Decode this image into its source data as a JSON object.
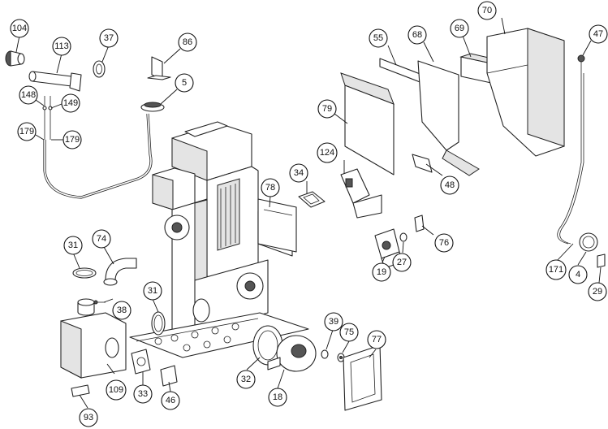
{
  "diagram": {
    "callouts": [
      {
        "label": "104"
      },
      {
        "label": "113"
      },
      {
        "label": "37"
      },
      {
        "label": "86"
      },
      {
        "label": "5"
      },
      {
        "label": "148"
      },
      {
        "label": "149"
      },
      {
        "label": "179"
      },
      {
        "label": "179"
      },
      {
        "label": "55"
      },
      {
        "label": "68"
      },
      {
        "label": "69"
      },
      {
        "label": "70"
      },
      {
        "label": "47"
      },
      {
        "label": "79"
      },
      {
        "label": "124"
      },
      {
        "label": "34"
      },
      {
        "label": "78"
      },
      {
        "label": "48"
      },
      {
        "label": "31"
      },
      {
        "label": "74"
      },
      {
        "label": "76"
      },
      {
        "label": "27"
      },
      {
        "label": "19"
      },
      {
        "label": "171"
      },
      {
        "label": "4"
      },
      {
        "label": "29"
      },
      {
        "label": "31"
      },
      {
        "label": "38"
      },
      {
        "label": "39"
      },
      {
        "label": "75"
      },
      {
        "label": "77"
      },
      {
        "label": "32"
      },
      {
        "label": "109"
      },
      {
        "label": "33"
      },
      {
        "label": "46"
      },
      {
        "label": "18"
      },
      {
        "label": "93"
      }
    ]
  }
}
